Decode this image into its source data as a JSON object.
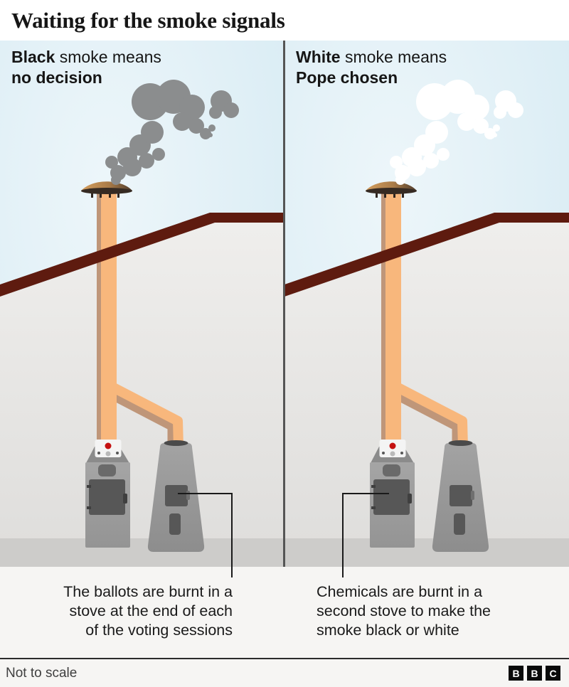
{
  "title": "Waiting for the smoke signals",
  "panels": [
    {
      "id": "black-smoke",
      "header_bold": "Black",
      "header_rest": " smoke means",
      "header_line2": "no decision",
      "caption_lines": [
        "The ballots are burnt in a",
        "stove at the end of each",
        "of the voting sessions"
      ]
    },
    {
      "id": "white-smoke",
      "header_bold": "White",
      "header_rest": " smoke means",
      "header_line2": "Pope chosen",
      "caption_lines": [
        "Chemicals are burnt in a",
        "second stove to make the",
        "smoke black or white"
      ]
    }
  ],
  "footer": {
    "note": "Not to scale",
    "logo_letters": [
      "B",
      "B",
      "C"
    ]
  },
  "colors": {
    "sky": "#dcedf4",
    "roof": "#5e1b0f",
    "pipe": "#f8b77c",
    "pipe_shadow": "#bf9679",
    "stove_body": "#9e9e9e",
    "stove_door": "#575757",
    "smoke_black": "#8b8d8e",
    "smoke_white": "#ffffff",
    "indicator_red": "#c41111",
    "caption_text": "#1a1a1a",
    "divider": "#555555"
  }
}
